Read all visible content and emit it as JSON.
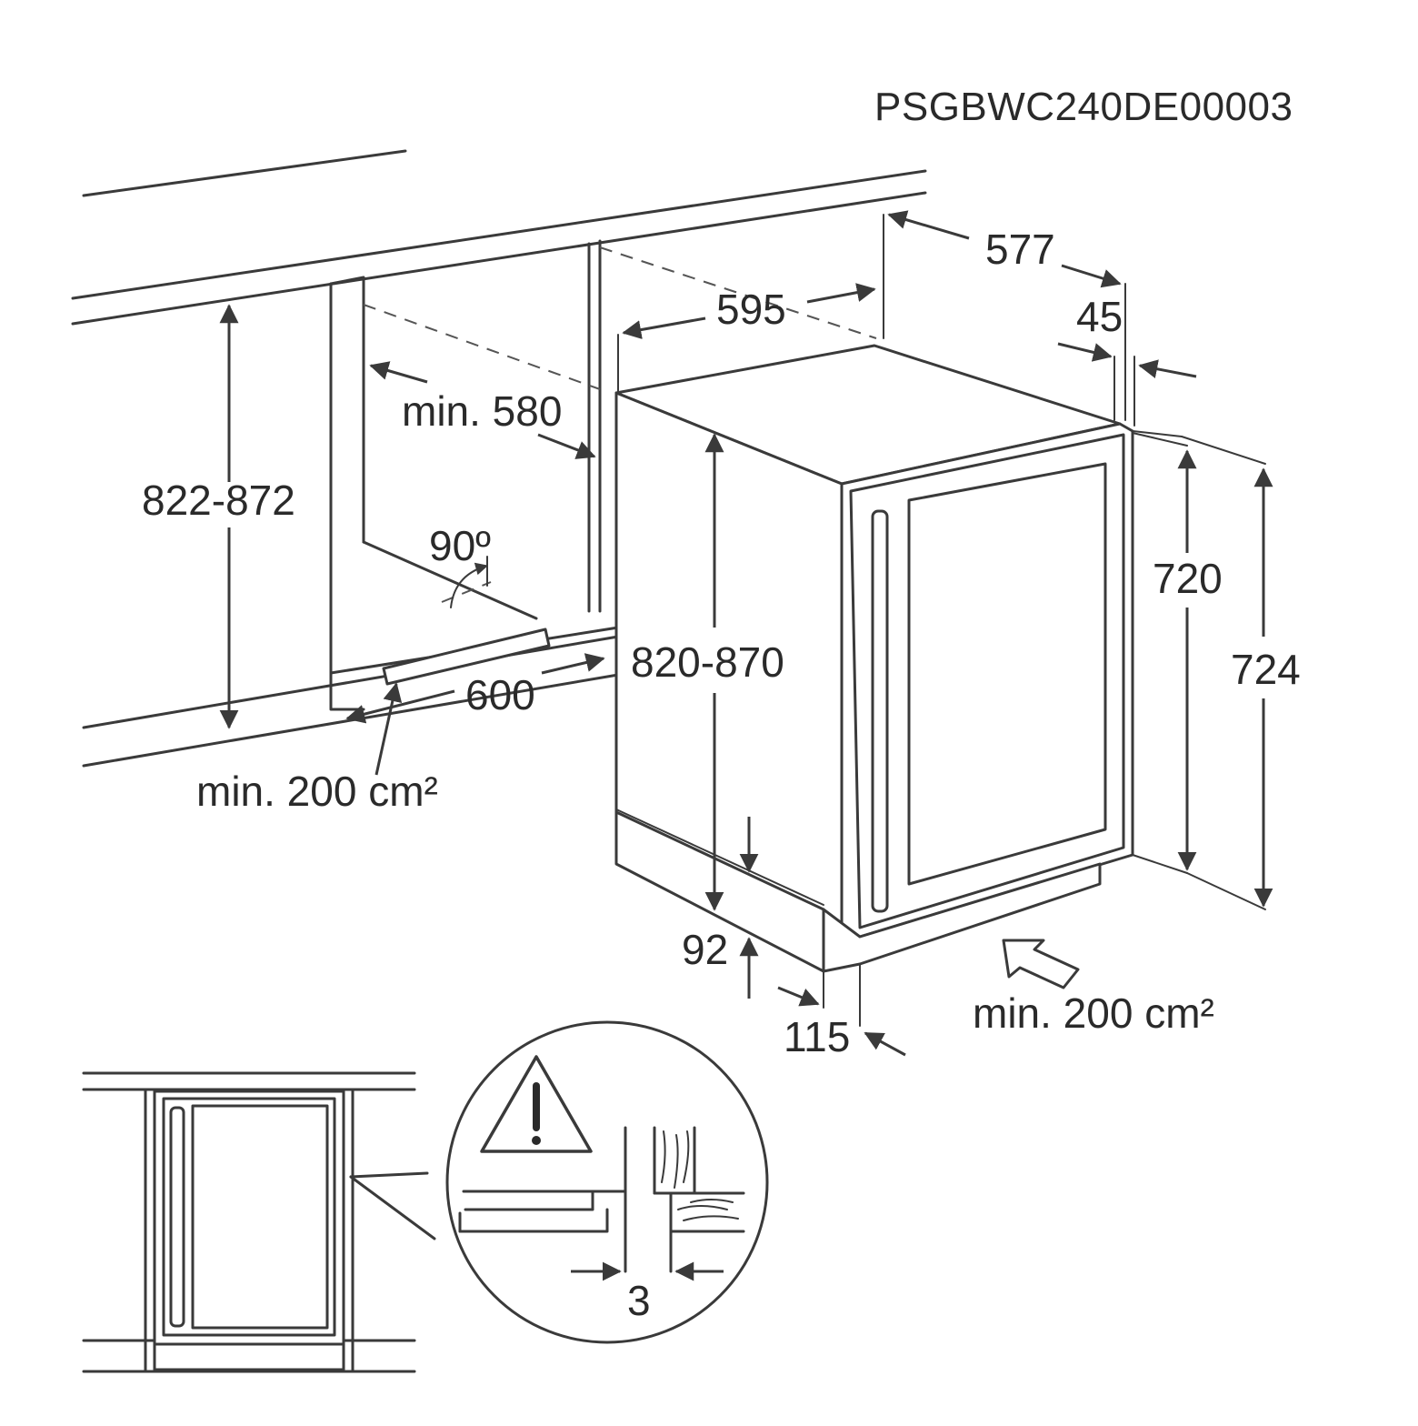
{
  "model_code": "PSGBWC240DE00003",
  "dimensions": {
    "depth_577": "577",
    "width_595": "595",
    "offset_45": "45",
    "niche_depth": "min. 580",
    "niche_height": "822-872",
    "appliance_height_adjustable": "820-870",
    "door_angle": "90º",
    "niche_width": "600",
    "vent_opening_rear": "min. 200 cm²",
    "height_720": "720",
    "height_724": "724",
    "plinth_92": "92",
    "plinth_depth_115": "115",
    "vent_opening_front": "min. 200 cm²",
    "door_gap": "3"
  },
  "icons": {
    "warning": "warning-triangle-icon"
  }
}
